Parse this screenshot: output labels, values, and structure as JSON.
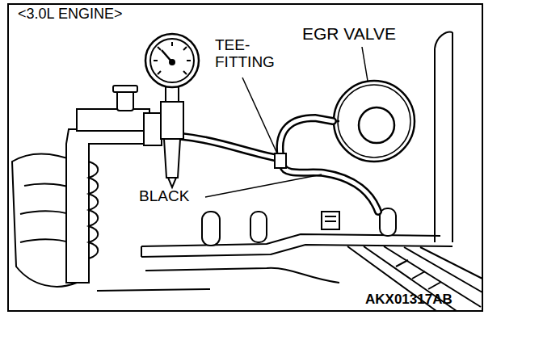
{
  "diagram": {
    "labels": [
      "<3.0L ENGINE>",
      "EGR VALVE",
      "TEE- FITTING",
      "BLACK",
      "AKX01317AB"
    ]
  }
}
